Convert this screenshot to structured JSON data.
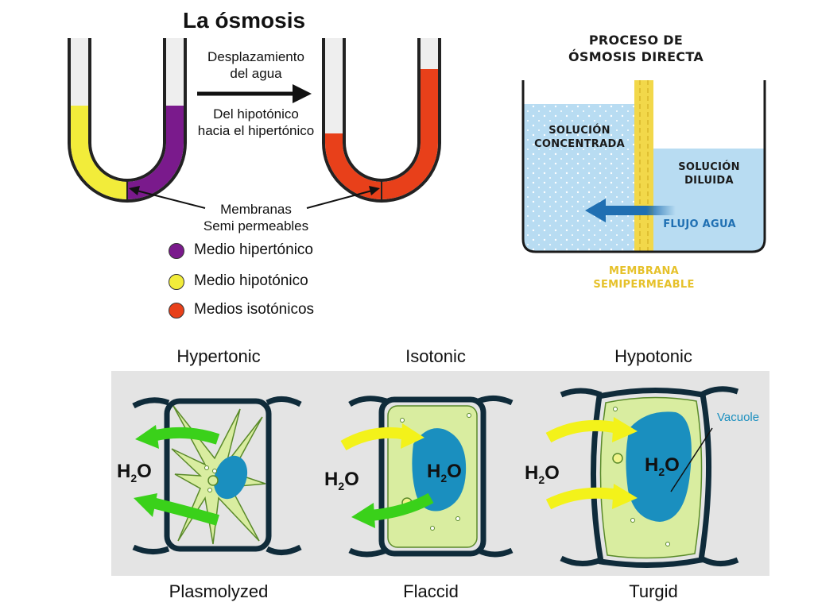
{
  "u_tubes": {
    "title": "La ósmosis",
    "arrow_caption_top": [
      "Desplazamiento",
      "del agua"
    ],
    "arrow_caption_bottom": [
      "Del hipotónico",
      "hacia el hipertónico"
    ],
    "membrane_label": [
      "Membranas",
      "Semi permeables"
    ],
    "legend": [
      {
        "label": "Medio hipertónico",
        "color": "#7a1a8c"
      },
      {
        "label": "Medio hipotónico",
        "color": "#f2ec3a"
      },
      {
        "label": "Medios isotónicos",
        "color": "#e8401a"
      }
    ]
  },
  "direct_osmosis": {
    "title": [
      "PROCESO DE",
      "ÓSMOSIS DIRECTA"
    ],
    "concentrated": [
      "SOLUCIÓN",
      "CONCENTRADA"
    ],
    "diluted": [
      "SOLUCIÓN",
      "DILUIDA"
    ],
    "flow": "FLUJO AGUA",
    "membrane": [
      "MEMBRANA",
      "SEMIPERMEABLE"
    ],
    "colors": {
      "solution": "#b8dcf2",
      "membrane": "#f2d84a",
      "label_blue": "#1f6fb2",
      "label_yellow": "#e6c12a"
    }
  },
  "plant_cells": {
    "panels": [
      {
        "top": "Hypertonic",
        "bottom": "Plasmolyzed"
      },
      {
        "top": "Isotonic",
        "bottom": "Flaccid"
      },
      {
        "top": "Hypotonic",
        "bottom": "Turgid"
      }
    ],
    "water": {
      "h": "H",
      "sub": "2",
      "o": "O"
    },
    "vacuole_label": "Vacuole",
    "colors": {
      "background": "#e4e4e4",
      "wall": "#0f2b3a",
      "cytoplasm": "#d9eda0",
      "vacuole": "#1a8fbf",
      "arrow_out": "#3ad11a",
      "arrow_in": "#f3f21a"
    }
  }
}
